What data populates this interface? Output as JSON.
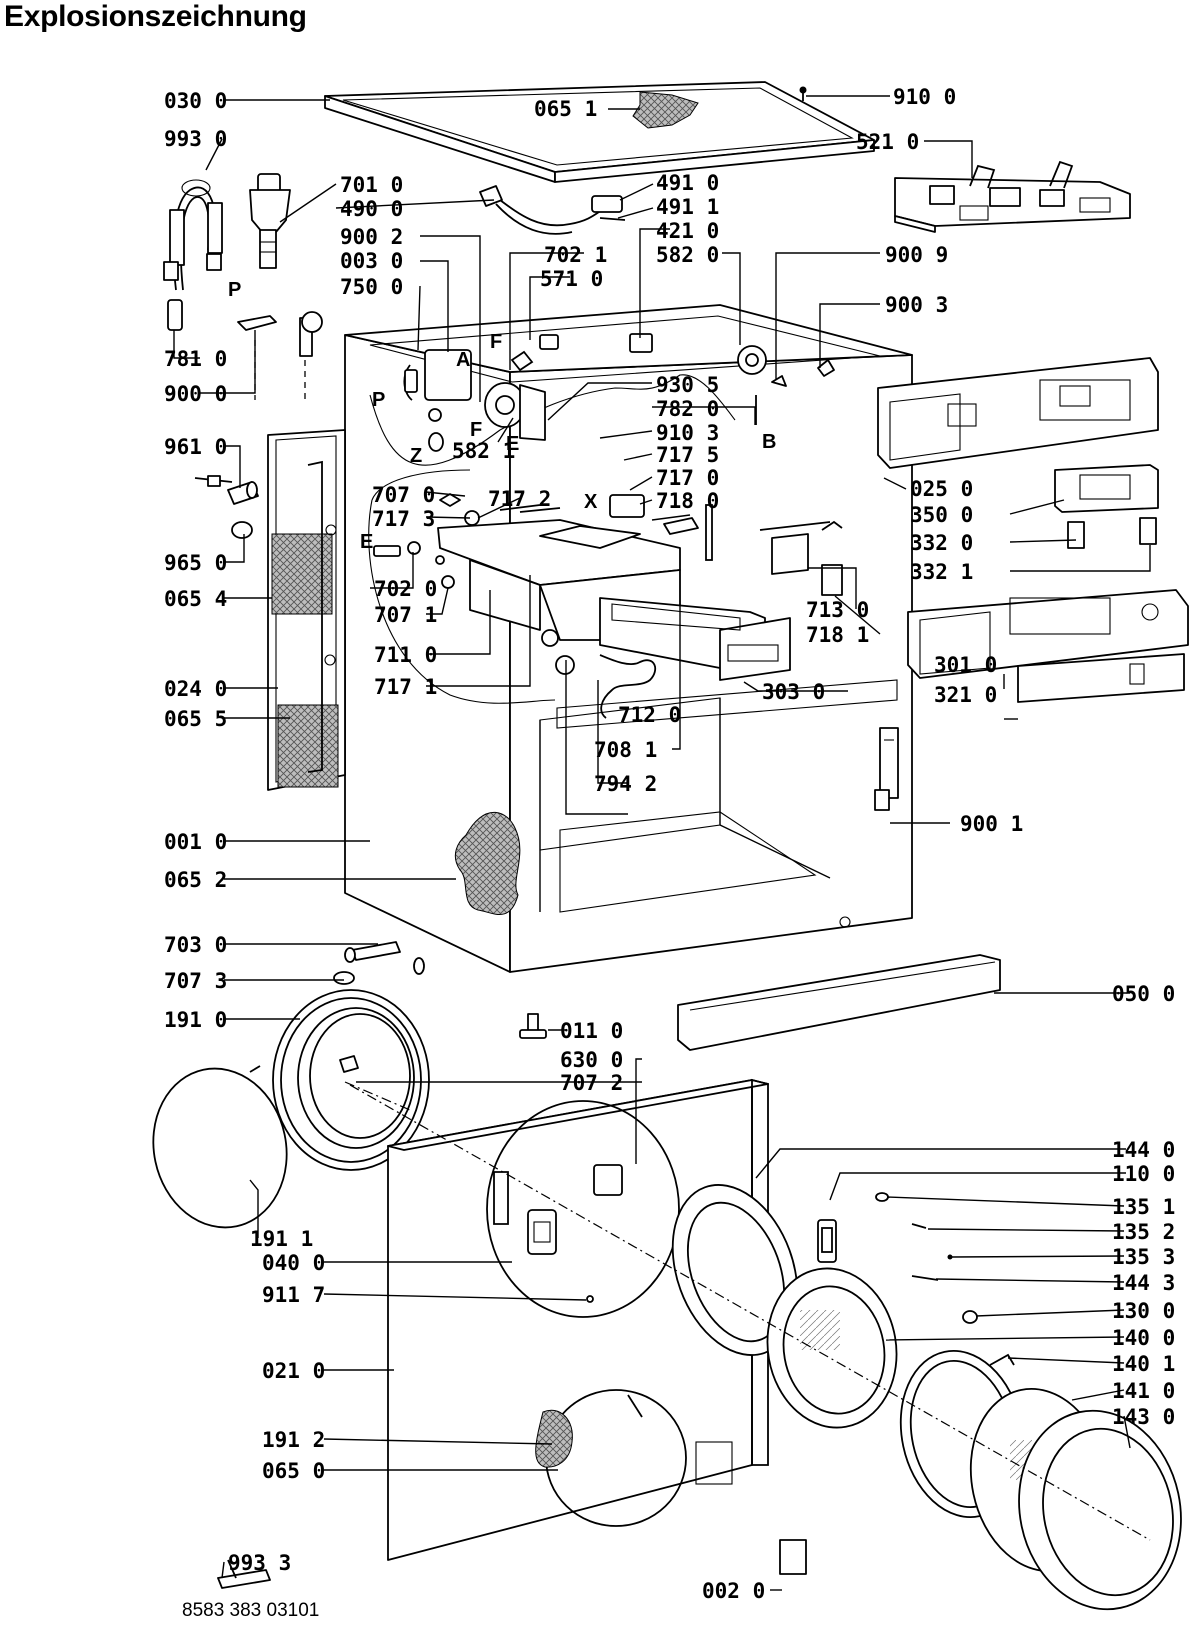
{
  "title": "Explosionszeichnung",
  "document_number": "8583 383 03101",
  "part_labels": {
    "p0300": "030 0",
    "p0651": "065 1",
    "p9100": "910 0",
    "p5210": "521 0",
    "p9930": "993 0",
    "p7010": "701 0",
    "p4900": "490 0",
    "p4910": "491 0",
    "p4911": "491 1",
    "p9002": "900 2",
    "p4210": "421 0",
    "p5820": "582 0",
    "p0030": "003 0",
    "p7021": "702 1",
    "p9009": "900 9",
    "p7500": "750 0",
    "p5710": "571 0",
    "p9003": "900 3",
    "p7810": "781 0",
    "p9000": "900 0",
    "p5821": "582 1",
    "p9305": "930 5",
    "p7820": "782 0",
    "p9103": "910 3",
    "p7175": "717 5",
    "p7170": "717 0",
    "p7180": "718 0",
    "p9610": "961 0",
    "p7070": "707 0",
    "p7172": "717 2",
    "p7173": "717 3",
    "p0250": "025 0",
    "p3500": "350 0",
    "p3320": "332 0",
    "p3321": "332 1",
    "p9650": "965 0",
    "p7020": "702 0",
    "p7071": "707 1",
    "p0654": "065 4",
    "p7110": "711 0",
    "p7130": "713 0",
    "p7181": "718 1",
    "p0240": "024 0",
    "p7171": "717 1",
    "p3030": "303 0",
    "p3010": "301 0",
    "p3210": "321 0",
    "p0655": "065 5",
    "p7120": "712 0",
    "p7081": "708 1",
    "p7942": "794 2",
    "p9001": "900 1",
    "p0010": "001 0",
    "p0652": "065 2",
    "p7030": "703 0",
    "p7073": "707 3",
    "p0500": "050 0",
    "p1910": "191 0",
    "p0110": "011 0",
    "p6300": "630 0",
    "p7072": "707 2",
    "p1440": "144 0",
    "p1100": "110 0",
    "p1351": "135 1",
    "p1911": "191 1",
    "p1352": "135 2",
    "p0400": "040 0",
    "p1353": "135 3",
    "p1443": "144 3",
    "p9117": "911 7",
    "p1300": "130 0",
    "p1400": "140 0",
    "p0210": "021 0",
    "p1401": "140 1",
    "p1410": "141 0",
    "p1912": "191 2",
    "p1430": "143 0",
    "p0650": "065 0",
    "p9933": "993 3",
    "p0020": "002 0"
  },
  "connector_letters": {
    "a": "A",
    "f1": "F",
    "f2": "F",
    "p1": "P",
    "p2": "P",
    "z": "Z",
    "e1": "E",
    "e2": "E",
    "b": "B",
    "x": "X"
  }
}
